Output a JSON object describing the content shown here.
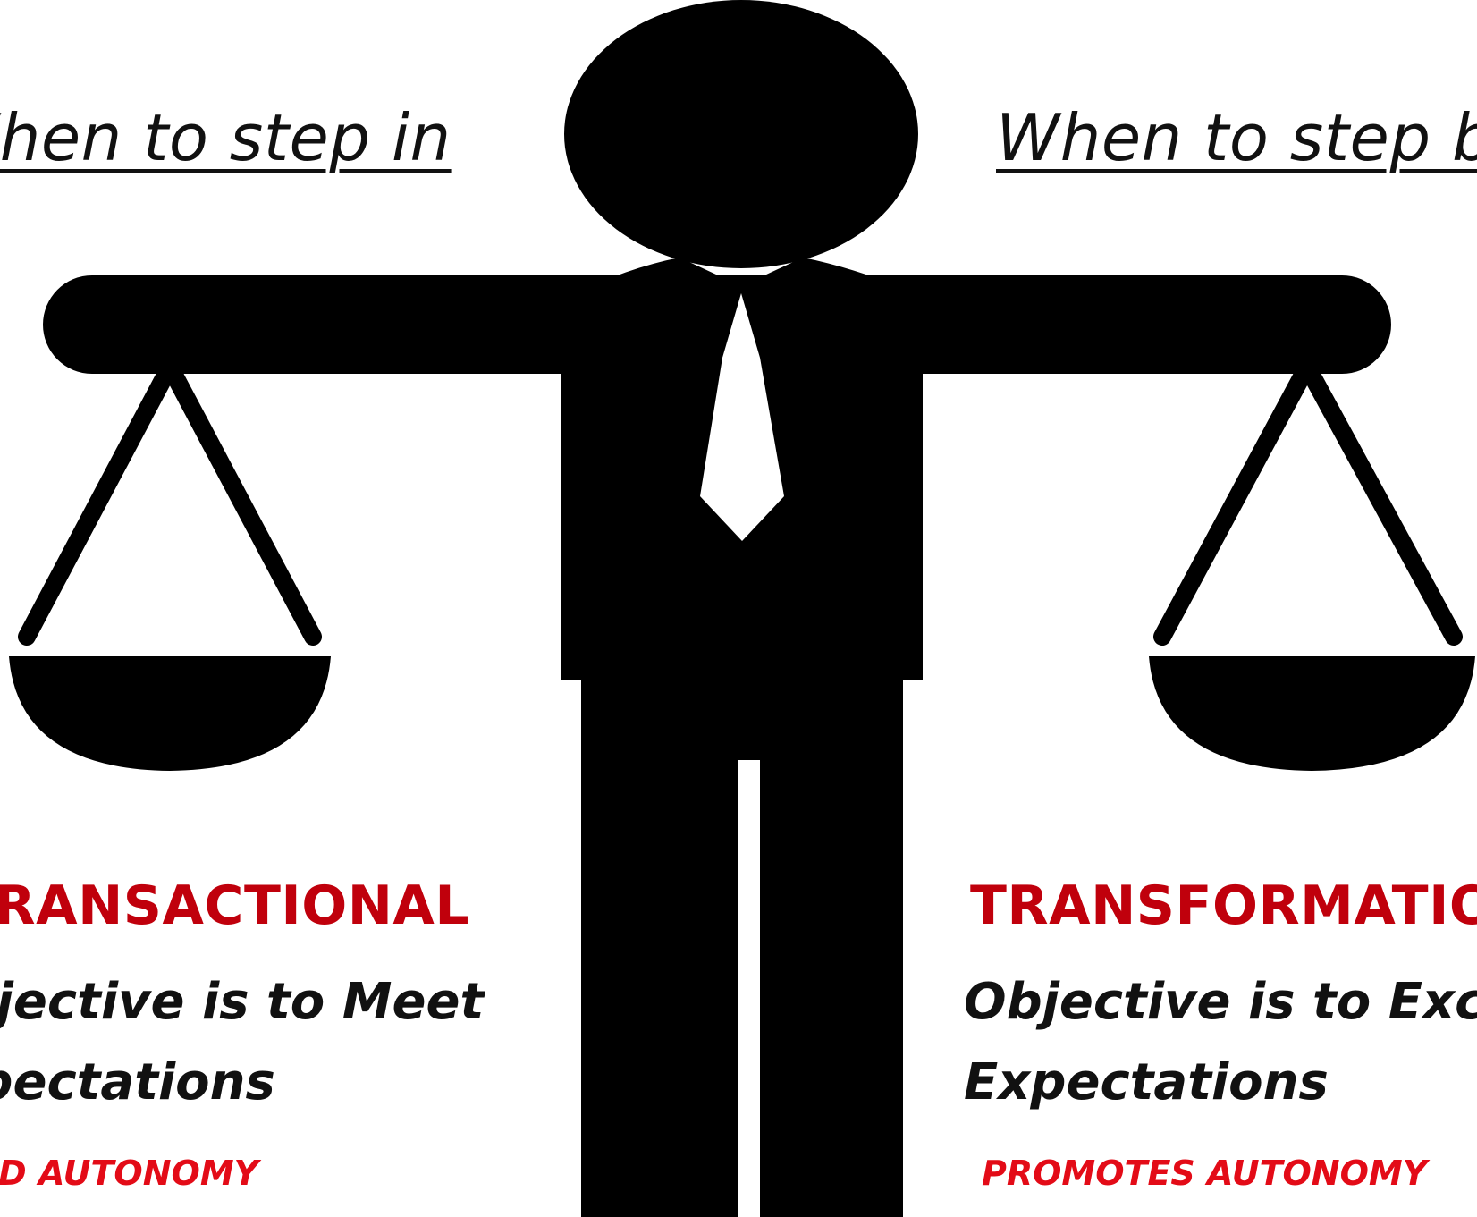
{
  "left": {
    "heading": "When to step in",
    "style": "TRANSACTIONAL",
    "objective_line1": "Objective is to Meet",
    "objective_line2": "Expectations",
    "autonomy": "LIMITED AUTONOMY"
  },
  "right": {
    "heading": "When to step back",
    "style": "TRANSFORMATIONAL",
    "objective_line1": "Objective is to Exceed",
    "objective_line2": "Expectations",
    "autonomy": "PROMOTES AUTONOMY"
  },
  "colors": {
    "silhouette": "#000000",
    "background": "#ffffff",
    "style_title": "#c0000c",
    "autonomy": "#e30b17",
    "body_text": "#111111"
  },
  "icons": {
    "figure": "person-holding-balance-scale-icon"
  }
}
